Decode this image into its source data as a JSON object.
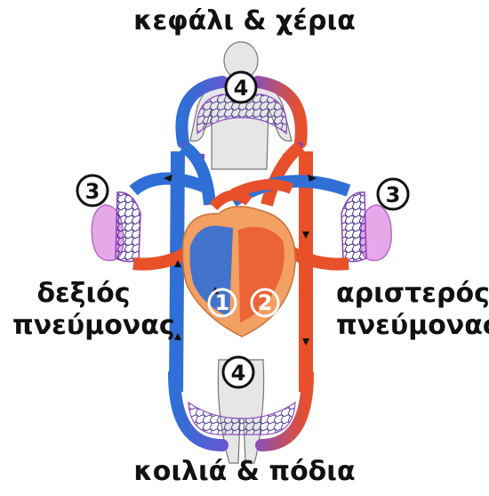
{
  "labels": {
    "top": "κεφάλι & χέρια",
    "bottom": "κοιλιά & πόδια",
    "left_line1": "δεξιός",
    "left_line2": "πνεύμονας",
    "right_line1": "αριστερός",
    "right_line2": "πνεύμονας"
  },
  "markers": {
    "head_capillaries": "4",
    "body_capillaries": "4",
    "right_lung": "3",
    "left_lung": "3",
    "right_heart": "1",
    "left_heart": "2"
  },
  "colors": {
    "oxygenated": "#e8502a",
    "deoxygenated": "#2f6fd6",
    "capillary": "#8a3fc0",
    "lung": "#e7a8ea",
    "heart": "#f2a064",
    "body_silhouette": "#e6e6e6"
  }
}
